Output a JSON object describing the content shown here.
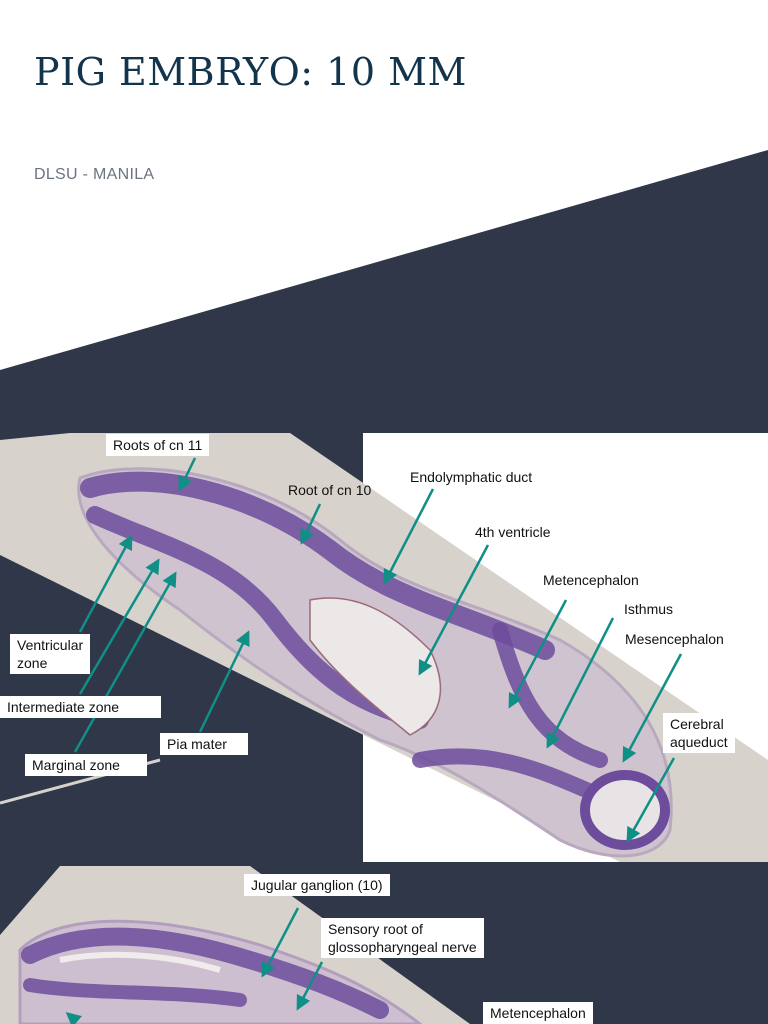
{
  "header": {
    "title": "PIG EMBRYO: 10 MM",
    "subtitle": "DLSU - MANILA"
  },
  "figure1": {
    "labels": {
      "roots_cn11": "Roots of cn 11",
      "root_cn10": "Root of cn 10",
      "endolymphatic_duct": "Endolymphatic duct",
      "fourth_ventricle": "4th ventricle",
      "metencephalon": "Metencephalon",
      "isthmus": "Isthmus",
      "mesencephalon": "Mesencephalon",
      "cerebral_aqueduct_1": "Cerebral",
      "cerebral_aqueduct_2": "aqueduct",
      "ventricular_zone_1": "Ventricular",
      "ventricular_zone_2": "zone",
      "intermediate_zone": "Intermediate zone",
      "marginal_zone": "Marginal zone",
      "pia_mater": "Pia mater"
    }
  },
  "figure2": {
    "labels": {
      "jugular_ganglion": "Jugular ganglion (10)",
      "sensory_root_1": "Sensory root of",
      "sensory_root_2": "glossopharyngeal nerve",
      "metencephalon": "Metencephalon"
    }
  },
  "colors": {
    "navy": "#2f3749",
    "title": "#12344d",
    "arrow": "#0f8f86",
    "tissue": "#d6d0cb",
    "stain": "#7a5aa8"
  }
}
